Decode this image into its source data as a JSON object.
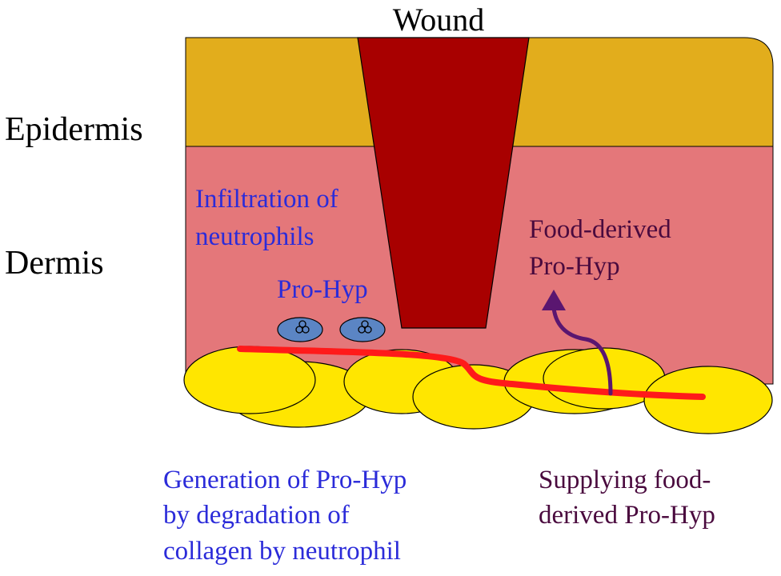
{
  "labels": {
    "wound": "Wound",
    "epidermis": "Epidermis",
    "dermis": "Dermis",
    "infiltration": [
      "Infiltration of",
      "neutrophils"
    ],
    "pro_hyp": "Pro-Hyp",
    "food_derived": [
      "Food-derived",
      "Pro-Hyp"
    ],
    "generation": [
      "Generation of Pro-Hyp",
      "by degradation of",
      "collagen by neutrophil"
    ],
    "supplying": [
      "Supplying food-",
      "derived Pro-Hyp"
    ]
  },
  "colors": {
    "epidermis": "#E2AD1C",
    "dermis": "#E4777A",
    "wound": "#A80000",
    "collagen": "#FFE600",
    "fiber": "#FF1A1A",
    "neutrophil": "#5B85C4",
    "arrow": "#5A1670",
    "blue_text": "#2B2BD9",
    "purple_text": "#4A0A3E",
    "black_text": "#000000"
  }
}
